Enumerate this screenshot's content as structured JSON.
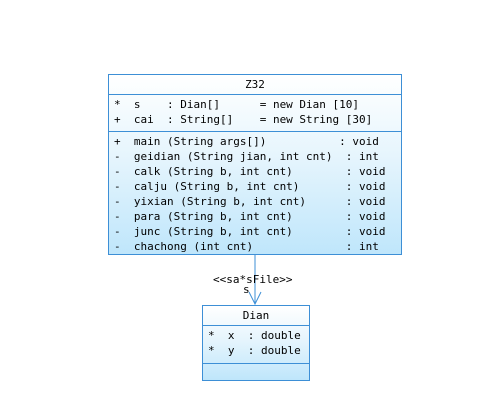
{
  "classes": [
    {
      "name": "Z32",
      "attributes": [
        "*  s    : Dian[]      = new Dian [10]",
        "+  cai  : String[]    = new String [30]"
      ],
      "operations": [
        "+  main (String args[])           : void",
        "-  geidian (String jian, int cnt)  : int",
        "-  calk (String b, int cnt)        : void",
        "-  calju (String b, int cnt)       : void",
        "-  yixian (String b, int cnt)      : void",
        "-  para (String b, int cnt)        : void",
        "-  junc (String b, int cnt)        : void",
        "-  chachong (int cnt)              : int"
      ]
    },
    {
      "name": "Dian",
      "attributes": [
        "*  x  : double",
        "*  y  : double"
      ],
      "operations": []
    }
  ],
  "association": {
    "stereotype": "<<sa*sFile>>",
    "role": "s"
  },
  "colors": {
    "border": "#3d8fd6",
    "fill_top": "#ffffff",
    "fill_bottom": "#bfe6fb",
    "arrow": "#3d8fd6"
  }
}
